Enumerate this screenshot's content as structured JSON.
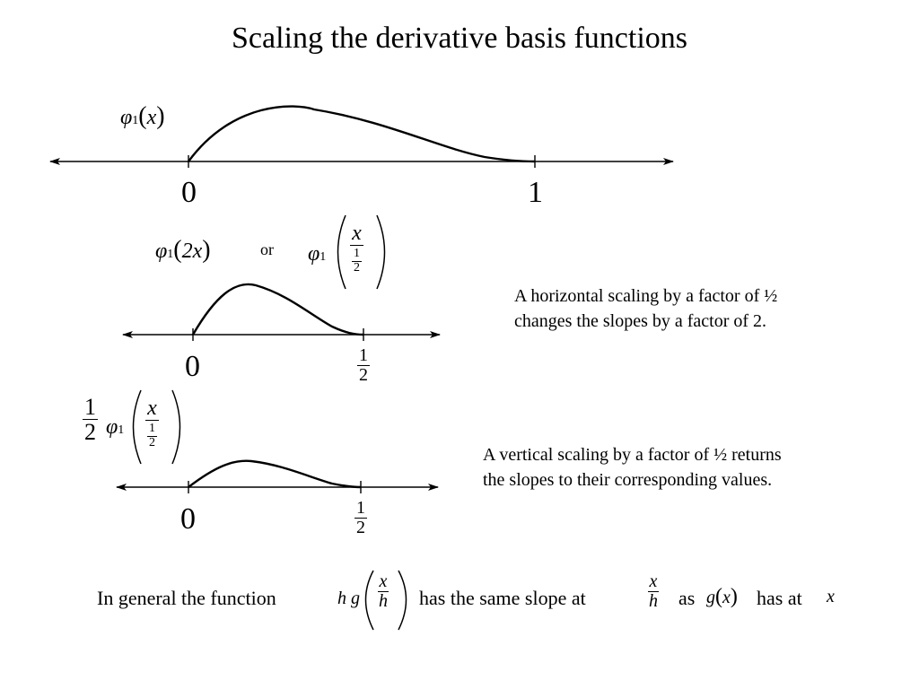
{
  "title": "Scaling the derivative basis functions",
  "labels": {
    "phi": "φ",
    "sub1": "1",
    "x": "x",
    "two_x": "2x",
    "or": "or",
    "lparen": "(",
    "rparen": ")",
    "one": "1",
    "two": "2",
    "g": "g",
    "h": "h"
  },
  "axis1": {
    "tick0": "0",
    "tick1": "1"
  },
  "axis2": {
    "tick0": "0",
    "tick_half_num": "1",
    "tick_half_den": "2"
  },
  "axis3": {
    "tick0": "0",
    "tick_half_num": "1",
    "tick_half_den": "2"
  },
  "notes": {
    "horizontal_line1": "A horizontal scaling by a factor of  ½",
    "horizontal_line2": "changes the slopes by a factor of 2.",
    "vertical_line1": "A vertical scaling by a factor of  ½ returns",
    "vertical_line2": "the slopes to their corresponding values."
  },
  "bottom": {
    "part1": "In general the function",
    "part2": "has the same slope at",
    "part3": "as",
    "part4": "has at",
    "x": "x"
  }
}
